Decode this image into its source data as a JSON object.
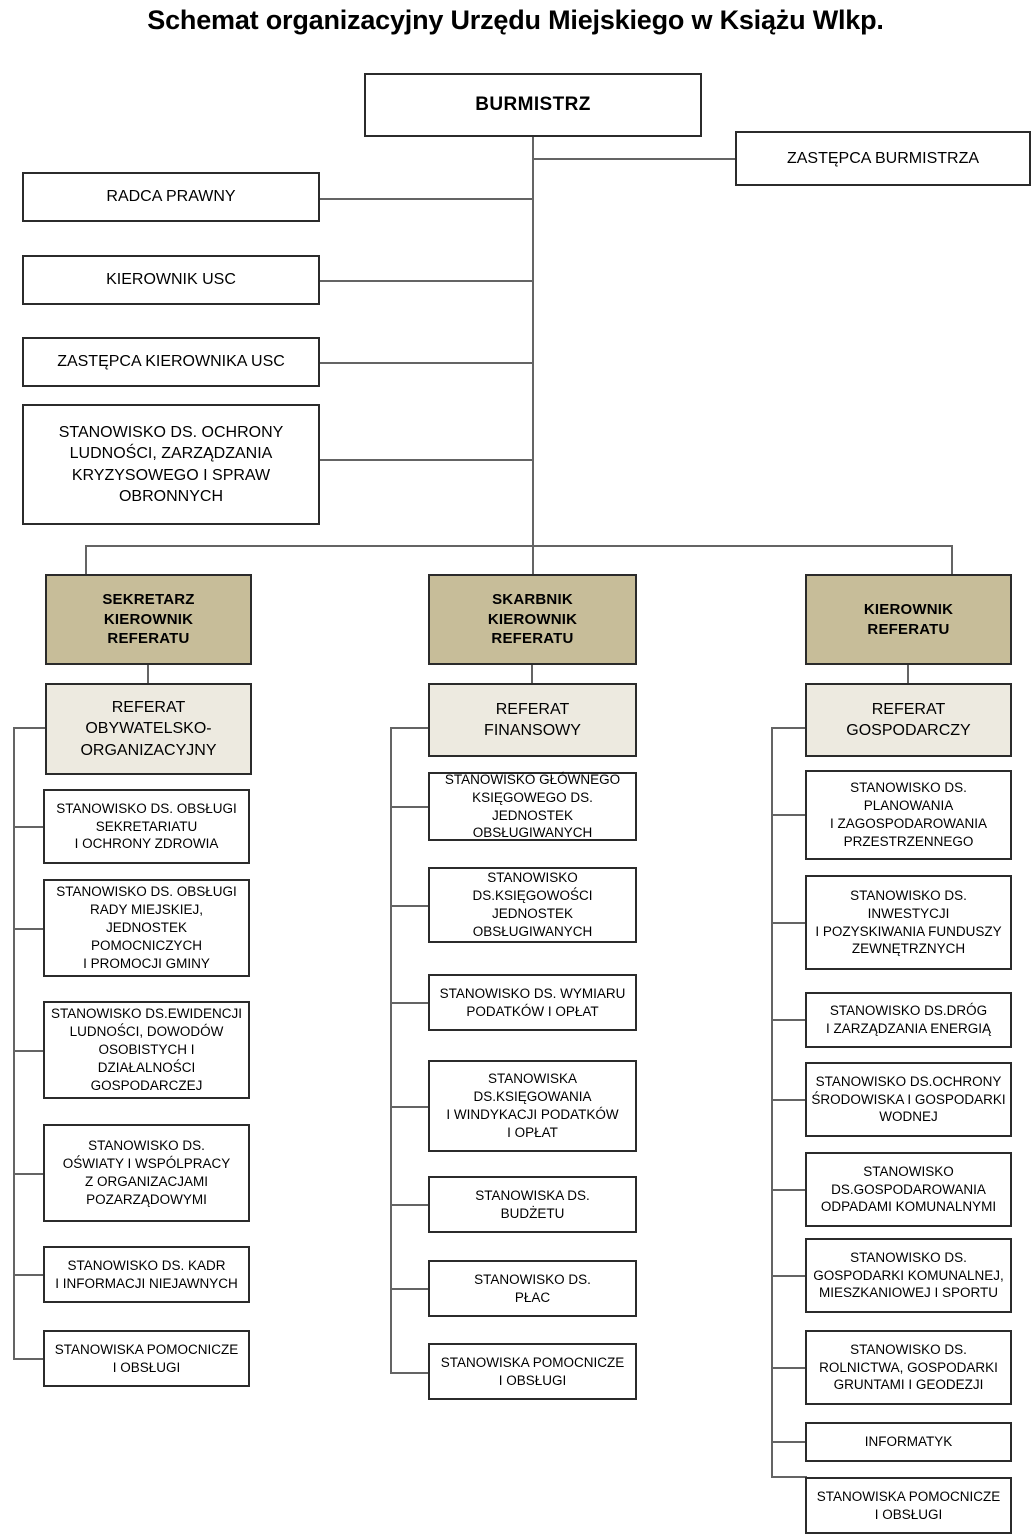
{
  "title": "Schemat organizacyjny Urzędu Miejskiego w Książu Wlkp.",
  "colors": {
    "executive_fill": "#c7bd99",
    "unit_fill": "#edeae0",
    "box_border": "#2b2b2b",
    "connector": "#646464",
    "background": "#ffffff"
  },
  "top": {
    "mayor": "BURMISTRZ",
    "deputy_mayor": "ZASTĘPCA BURMISTRZA"
  },
  "direct_reports": [
    {
      "label": "RADCA PRAWNY"
    },
    {
      "label": "KIEROWNIK  USC"
    },
    {
      "label": "ZASTĘPCA KIEROWNIKA USC"
    },
    {
      "label": "STANOWISKO DS. OCHRONY\nLUDNOŚCI, ZARZĄDZANIA\nKRYZYSOWEGO  I SPRAW\nOBRONNYCH"
    }
  ],
  "columns": [
    {
      "head": "SEKRETARZ\nKIEROWNIK\nREFERATU",
      "unit": "REFERAT\nOBYWATELSKO-\nORGANIZACYJNY",
      "positions": [
        {
          "label": "STANOWISKO  DS. OBSŁUGI\nSEKRETARIATU\nI OCHRONY ZDROWIA"
        },
        {
          "label": "STANOWISKO DS. OBSŁUGI\nRADY MIEJSKIEJ, JEDNOSTEK\nPOMOCNICZYCH\nI  PROMOCJI GMINY"
        },
        {
          "label": "STANOWISKO DS.EWIDENCJI\nLUDNOŚCI, DOWODÓW\nOSOBISTYCH I DZIAŁALNOŚCI\nGOSPODARCZEJ"
        },
        {
          "label": "STANOWISKO DS.\nOŚWIATY I WSPÓLPRACY\nZ ORGANIZACJAMI\nPOZARZĄDOWYMI"
        },
        {
          "label": "STANOWISKO DS. KADR\nI INFORMACJI NIEJAWNYCH"
        },
        {
          "label": "STANOWISKA POMOCNICZE\nI OBSŁUGI"
        }
      ]
    },
    {
      "head": "SKARBNIK\nKIEROWNIK\nREFERATU",
      "unit": "REFERAT\nFINANSOWY",
      "positions": [
        {
          "label": "STANOWISKO GŁÓWNEGO\nKSIĘGOWEGO DS. JEDNOSTEK\nOBSŁUGIWANYCH"
        },
        {
          "label": "STANOWISKO\nDS.KSIĘGOWOŚCI JEDNOSTEK\nOBSŁUGIWANYCH"
        },
        {
          "label": "STANOWISKO DS. WYMIARU\nPODATKÓW I OPŁAT"
        },
        {
          "label": "STANOWISKA\nDS.KSIĘGOWANIA\nI WINDYKACJI PODATKÓW\nI OPŁAT"
        },
        {
          "label": "STANOWISKA DS.\nBUDŻETU"
        },
        {
          "label": "STANOWISKO DS.\nPŁAC"
        },
        {
          "label": "STANOWISKA POMOCNICZE\nI OBSŁUGI"
        }
      ]
    },
    {
      "head": "KIEROWNIK\nREFERATU",
      "unit": "REFERAT\nGOSPODARCZY",
      "positions": [
        {
          "label": "STANOWISKO DS.\nPLANOWANIA\nI ZAGOSPODAROWANIA\nPRZESTRZENNEGO"
        },
        {
          "label": "STANOWISKO DS.\nINWESTYCJI\nI POZYSKIWANIA FUNDUSZY\nZEWNĘTRZNYCH"
        },
        {
          "label": "STANOWISKO DS.DRÓG\nI ZARZĄDZANIA ENERGIĄ"
        },
        {
          "label": "STANOWISKO DS.OCHRONY\nŚRODOWISKA I GOSPODARKI\nWODNEJ"
        },
        {
          "label": "STANOWISKO\nDS.GOSPODAROWANIA\nODPADAMI KOMUNALNYMI"
        },
        {
          "label": "STANOWISKO DS.\nGOSPODARKI KOMUNALNEJ,\nMIESZKANIOWEJ I SPORTU"
        },
        {
          "label": "STANOWISKO DS.\nROLNICTWA, GOSPODARKI\nGRUNTAMI I GEODEZJI"
        },
        {
          "label": "INFORMATYK"
        },
        {
          "label": "STANOWISKA POMOCNICZE\nI OBSŁUGI"
        }
      ]
    }
  ]
}
